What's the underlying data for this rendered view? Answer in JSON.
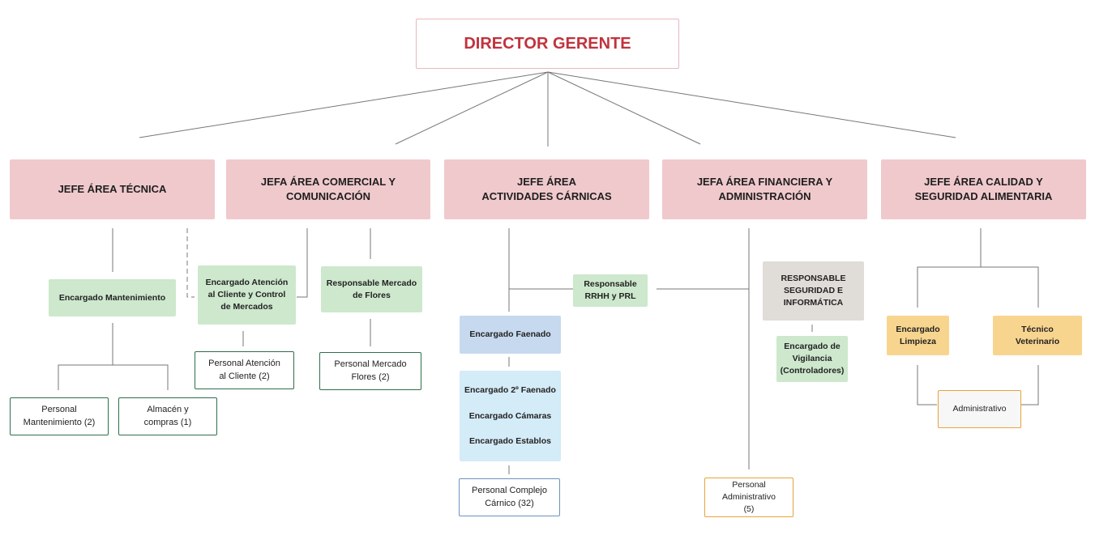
{
  "director": {
    "label": "DIRECTOR GERENTE"
  },
  "heads": {
    "tecnica": "JEFE ÁREA TÉCNICA",
    "comercial": "JEFA ÁREA COMERCIAL Y\nCOMUNICACIÓN",
    "carnicas": "JEFE ÁREA\nACTIVIDADES CÁRNICAS",
    "financiera": "JEFA ÁREA FINANCIERA Y\nADMINISTRACIÓN",
    "calidad": "JEFE ÁREA CALIDAD Y\nSEGURIDAD ALIMENTARIA"
  },
  "tecnica": {
    "mantenimiento": "Encargado Mantenimiento",
    "personal_mant": "Personal\nMantenimiento (2)",
    "almacen": "Almacén y\ncompras (1)"
  },
  "comercial": {
    "atencion": "Encargado Atención\nal Cliente y Control\nde Mercados",
    "personal_atencion": "Personal Atención\nal Cliente (2)",
    "mercado_flores": "Responsable Mercado\nde Flores",
    "personal_flores": "Personal Mercado\nFlores (2)"
  },
  "carnicas": {
    "rrhh": "Responsable\nRRHH y PRL",
    "faenado": "Encargado Faenado",
    "faenado2": "Encargado 2º Faenado",
    "camaras": "Encargado Cámaras",
    "establos": "Encargado Establos",
    "personal_complejo": "Personal Complejo\nCárnico (32)"
  },
  "financiera": {
    "seguridad": "RESPONSABLE\nSEGURIDAD E\nINFORMÁTICA",
    "vigilancia": "Encargado de\nVigilancia\n(Controladores)",
    "personal_admin": "Personal\nAdministrativo\n(5)"
  },
  "calidad": {
    "limpieza": "Encargado\nLimpieza",
    "veterinario": "Técnico\nVeterinario",
    "administrativo": "Administrativo"
  },
  "colors": {
    "director_text": "#c0333d",
    "head_fill": "#f0c9cc",
    "green_fill": "#cde8cd",
    "blue_fill": "#c6d9ee",
    "light_blue_fill": "#d4ebf8",
    "gray_fill": "#e0dcd8",
    "orange_fill": "#f8d58f",
    "line": "#777777"
  }
}
